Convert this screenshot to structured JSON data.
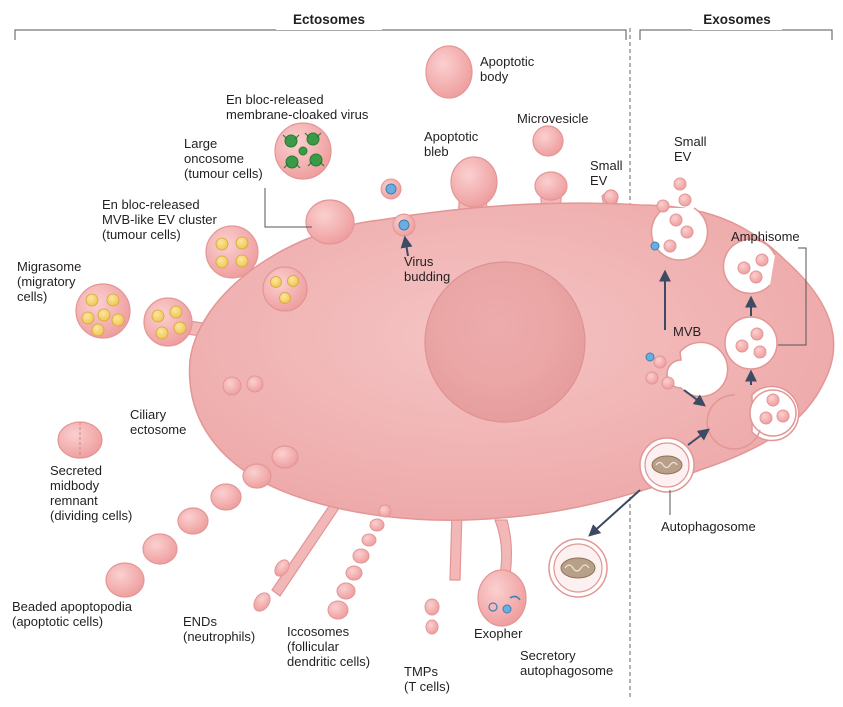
{
  "headers": {
    "ectosomes": "Ectosomes",
    "exosomes": "Exosomes"
  },
  "labels": {
    "apoptotic_body": [
      "Apoptotic",
      "body"
    ],
    "enbloc_virus": [
      "En bloc-released",
      "membrane-cloaked virus"
    ],
    "apoptotic_bleb": [
      "Apoptotic",
      "bleb"
    ],
    "microvesicle": [
      "Microvesicle"
    ],
    "large_oncosome": [
      "Large",
      "oncosome",
      "(tumour cells)"
    ],
    "small_ev_cell": [
      "Small",
      "EV"
    ],
    "enbloc_mvb": [
      "En bloc-released",
      "MVB-like EV cluster",
      "(tumour cells)"
    ],
    "migrasome": [
      "Migrasome",
      "(migratory",
      "cells)"
    ],
    "virus_budding": [
      "Virus",
      "budding"
    ],
    "ciliary_ectosome": [
      "Ciliary",
      "ectosome"
    ],
    "midbody": [
      "Secreted",
      "midbody",
      "remnant",
      "(dividing cells)"
    ],
    "beaded_apoptopodia": [
      "Beaded apoptopodia",
      "(apoptotic cells)"
    ],
    "ends": [
      "ENDs",
      "(neutrophils)"
    ],
    "iccosomes": [
      "Iccosomes",
      "(follicular",
      "dendritic cells)"
    ],
    "tmps": [
      "TMPs",
      "(T cells)"
    ],
    "exopher": [
      "Exopher"
    ],
    "secretory_autophagosome": [
      "Secretory",
      "autophagosome"
    ],
    "small_ev_exo": [
      "Small",
      "EV"
    ],
    "amphisome": [
      "Amphisome"
    ],
    "mvb": [
      "MVB"
    ],
    "autophagosome": [
      "Autophagosome"
    ]
  },
  "colors": {
    "cell_fill": "#f2b7b7",
    "cell_stroke": "#e39696",
    "nucleus_fill": "#eca7a7",
    "vesicle_fill": "#f5a9a9",
    "yellow_cargo": "#f7d36b",
    "virus_green": "#3a9a48",
    "virus_blue": "#6aaee0",
    "arrow": "#3d4a63",
    "text": "#231f20"
  }
}
